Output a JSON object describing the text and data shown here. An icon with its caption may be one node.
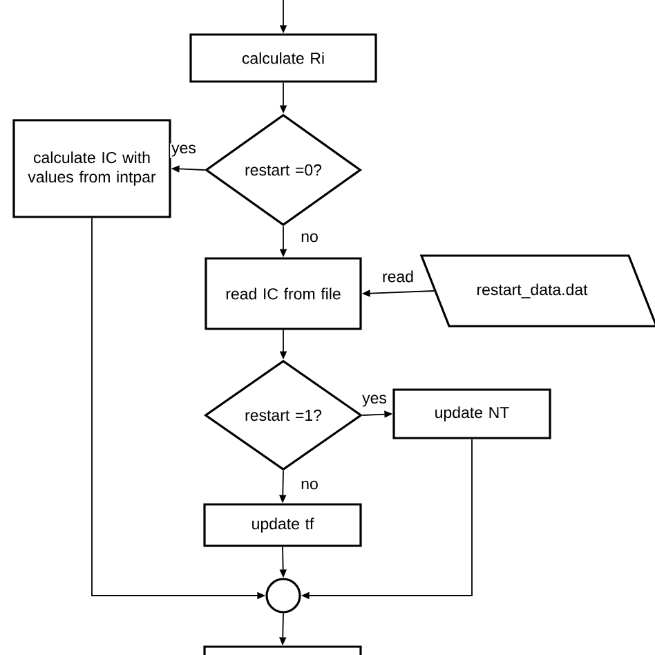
{
  "diagram": {
    "nodes": [
      {
        "text": [
          "calculate Ri"
        ]
      },
      {
        "text": [
          "restart =0?"
        ]
      },
      {
        "text": [
          "calculate IC with values from intpar"
        ]
      },
      {
        "text": [
          "read IC from file"
        ]
      },
      {
        "text": [
          "restart_data.dat"
        ]
      },
      {
        "text": [
          "restart =1?"
        ]
      },
      {
        "text": [
          "update NT"
        ]
      },
      {
        "text": [
          "update tf"
        ]
      },
      {
        "text": [],
        "shape": "circle"
      },
      {
        "text": [],
        "shape": "box"
      }
    ],
    "edges": [
      {
        "from": null,
        "to": 0,
        "arrow": "to"
      },
      {
        "from": 0,
        "to": 1,
        "arrow": "to"
      },
      {
        "from": 1,
        "to": 2,
        "arrow": "to",
        "label": "yes"
      },
      {
        "from": 1,
        "to": 3,
        "arrow": "to",
        "label": "no"
      },
      {
        "from": 4,
        "to": 3,
        "arrow": "to",
        "label": "read"
      },
      {
        "from": 3,
        "to": 5,
        "arrow": "to"
      },
      {
        "from": 5,
        "to": 6,
        "arrow": "to",
        "label": "yes"
      },
      {
        "from": 5,
        "to": 7,
        "arrow": "to",
        "label": "no"
      },
      {
        "from": 2,
        "to": 8,
        "arrow": "to"
      },
      {
        "from": 6,
        "to": 8,
        "arrow": "to"
      },
      {
        "from": 7,
        "to": 8,
        "arrow": "to"
      },
      {
        "from": 8,
        "to": 9,
        "arrow": "to"
      }
    ]
  }
}
